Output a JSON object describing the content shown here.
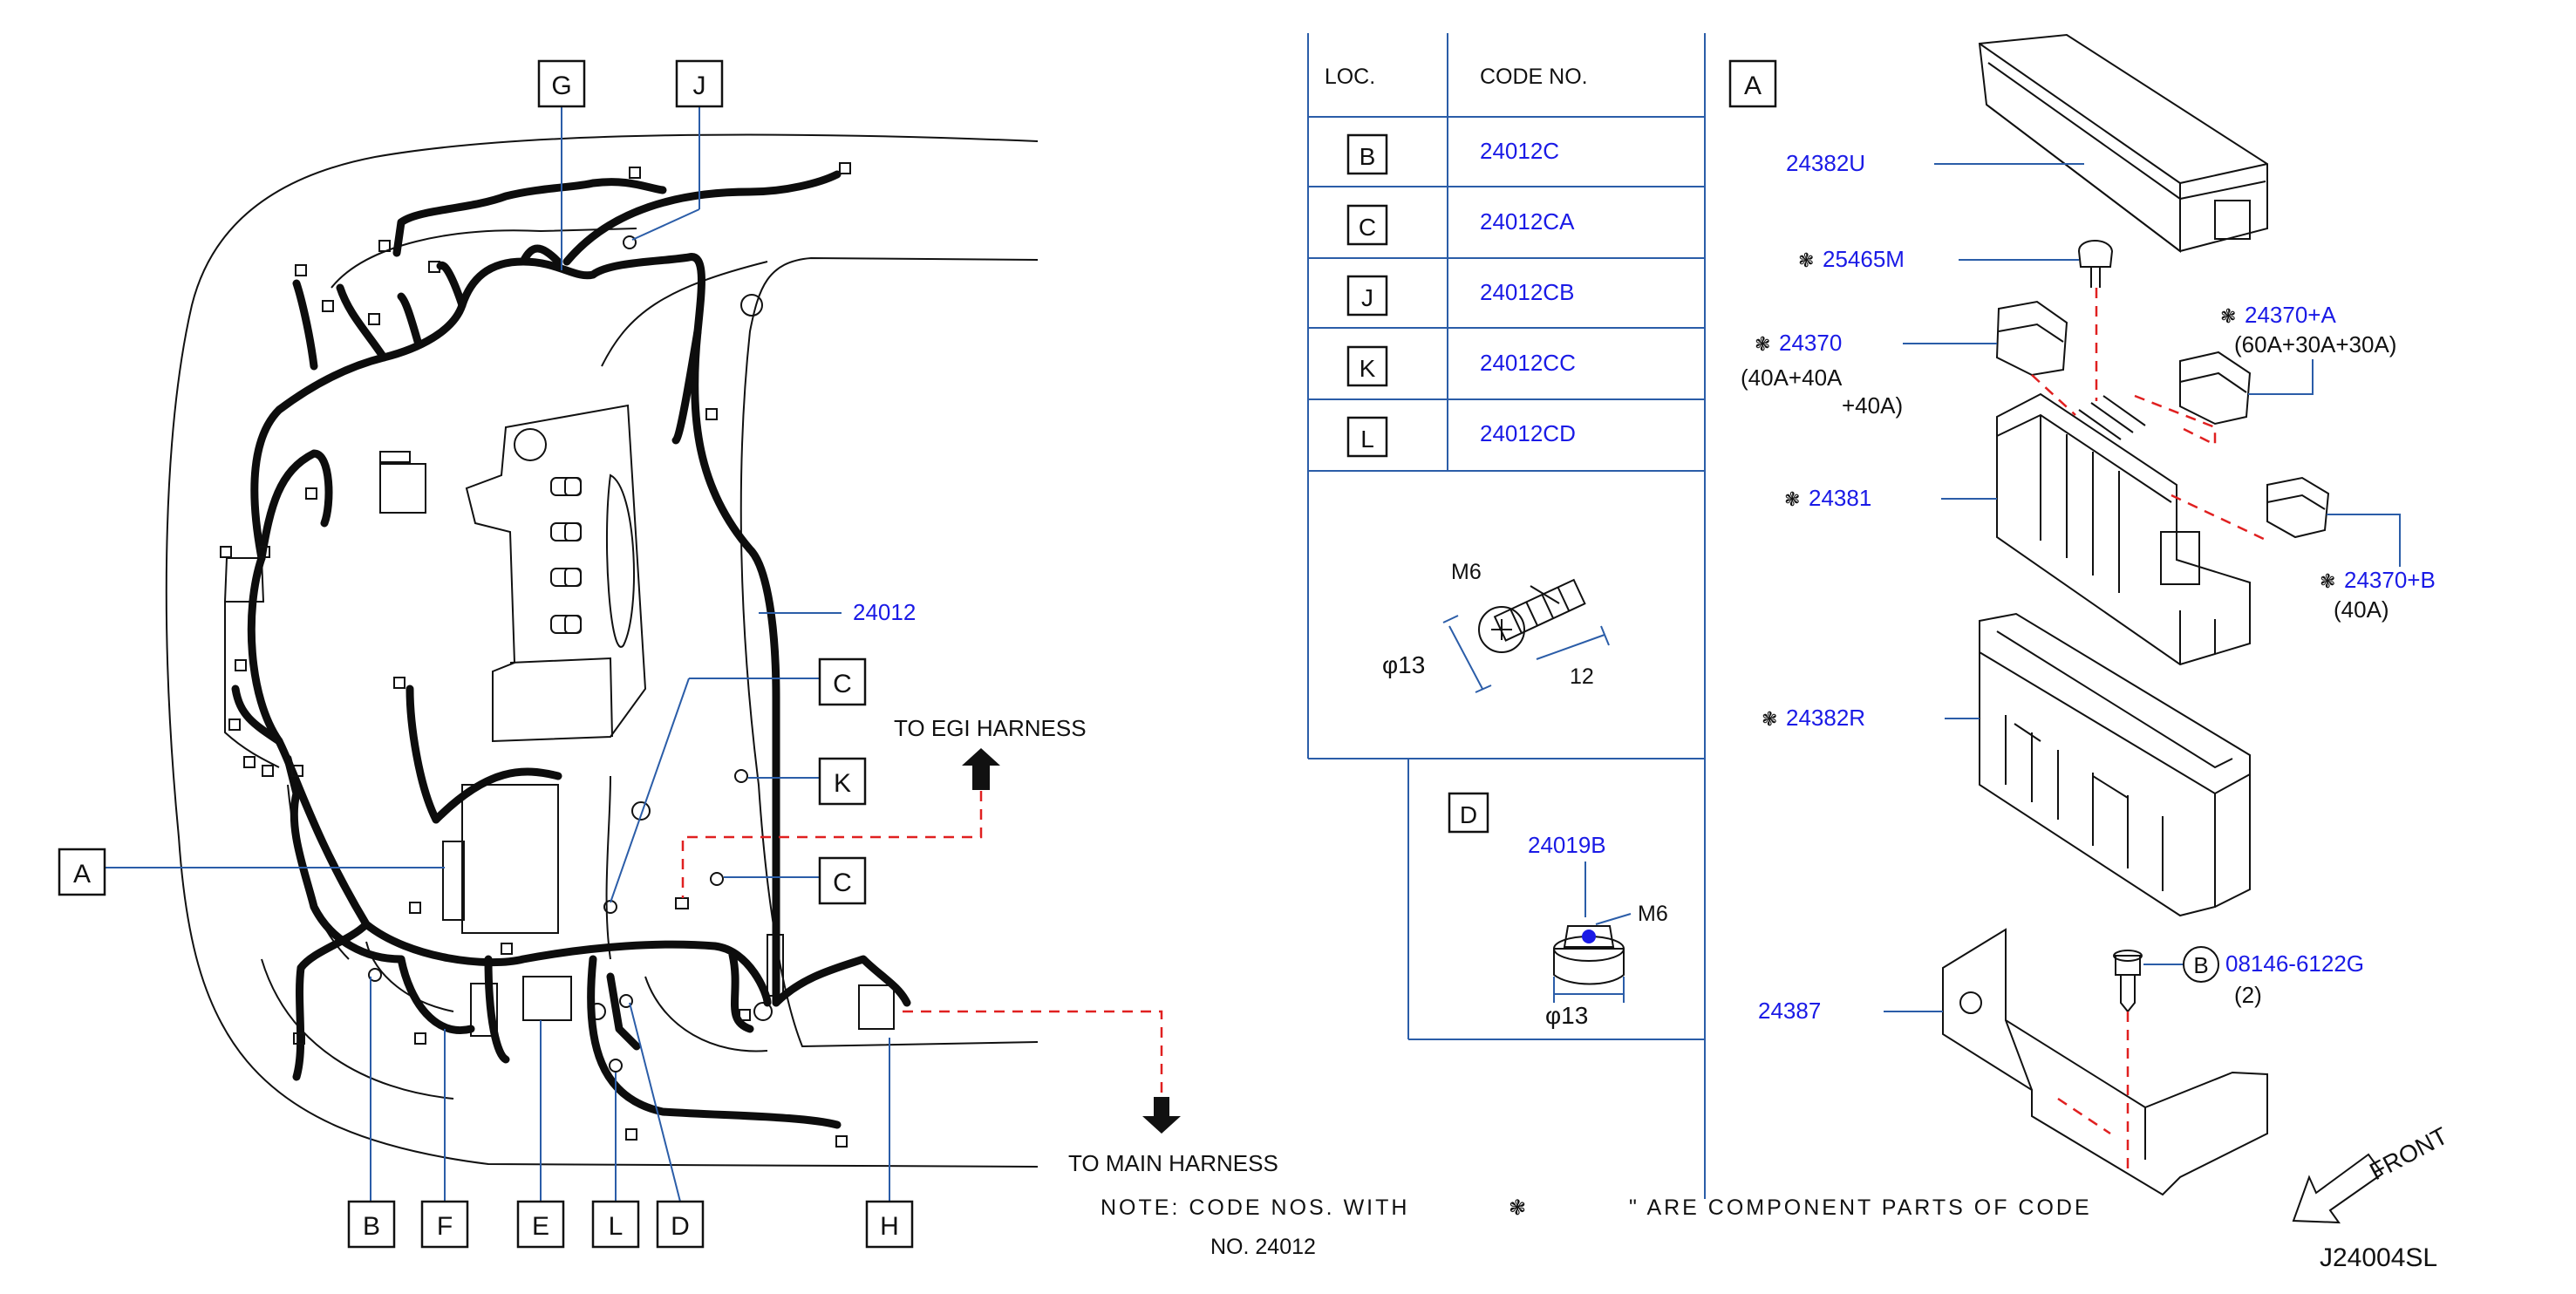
{
  "colors": {
    "part_number": "#1a1ae6",
    "leader": "#2b5da8",
    "dashed_guide": "#e02020",
    "harness": "#0d0d0d"
  },
  "harness_locators": {
    "A": "A",
    "B": "B",
    "C1": "C",
    "C2": "C",
    "D": "D",
    "E": "E",
    "F": "F",
    "G": "G",
    "H": "H",
    "J": "J",
    "K": "K",
    "L": "L"
  },
  "harness_part": "24012",
  "directions": {
    "egi": "TO  EGI  HARNESS",
    "main": "TO  MAIN  HARNESS"
  },
  "loc_table": {
    "col_loc": "LOC.",
    "col_code": "CODE   NO.",
    "rows": [
      {
        "loc": "B",
        "code": "24012C"
      },
      {
        "loc": "C",
        "code": "24012CA"
      },
      {
        "loc": "J",
        "code": "24012CB"
      },
      {
        "loc": "K",
        "code": "24012CC"
      },
      {
        "loc": "L",
        "code": "24012CD"
      }
    ],
    "bolt": {
      "m": "M6",
      "dia": "φ13",
      "len": "12"
    }
  },
  "detail_d": {
    "letter": "D",
    "part": "24019B",
    "m": "M6",
    "dia": "φ13"
  },
  "detail_a": {
    "letter": "A",
    "parts": {
      "cover": "24382U",
      "p25465m": "25465M",
      "p24370": "24370",
      "p24370_spec1": "(40A+40A",
      "p24370_spec2": "+40A)",
      "p24370a": "24370+A",
      "p24370a_spec": "(60A+30A+30A)",
      "p24381": "24381",
      "p24370b": "24370+B",
      "p24370b_spec": "(40A)",
      "p24382r": "24382R",
      "p24387": "24387",
      "bolt_letter": "B",
      "bolt": "08146-6122G",
      "bolt_qty": "(2)"
    },
    "mark": "❃"
  },
  "front": "FRONT",
  "note": {
    "line1a": "NOTE:  CODE  NOS.  WITH",
    "line1b": "\"  ARE  COMPONENT  PARTS  OF  CODE",
    "line2": "NO.  24012"
  },
  "diagram_id": "J24004SL"
}
